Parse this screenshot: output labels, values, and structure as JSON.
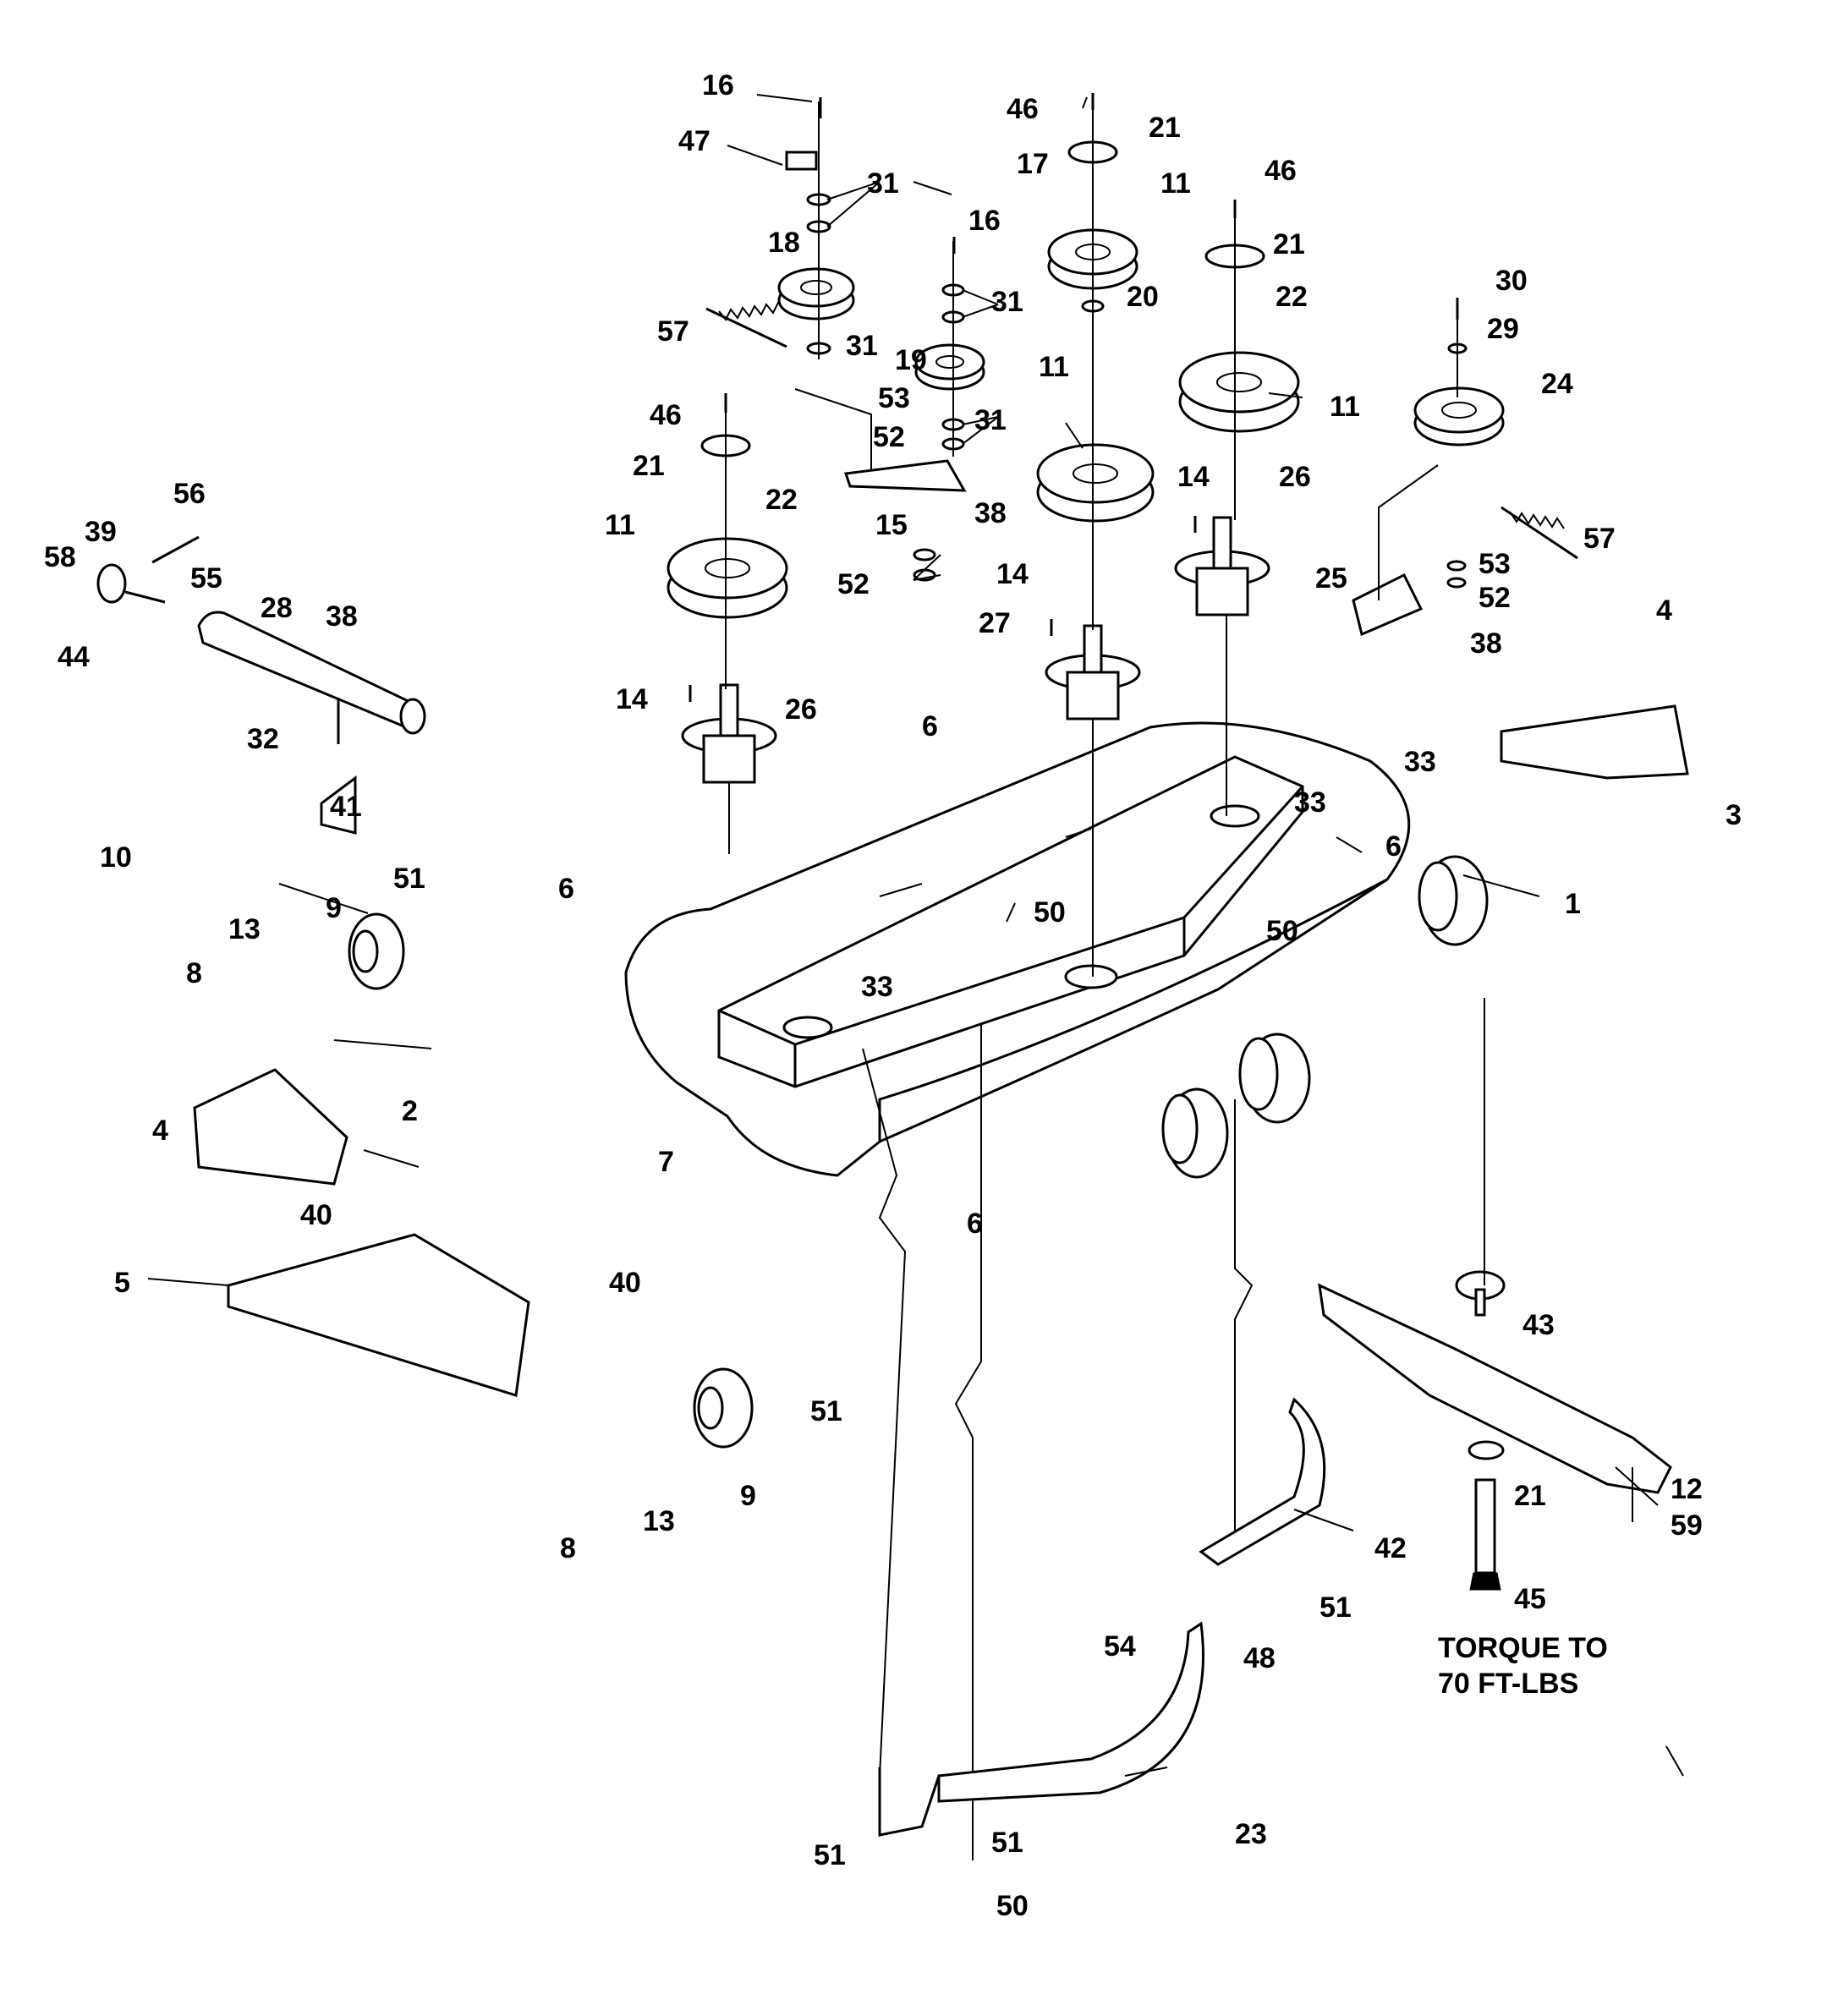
{
  "labels": {
    "l16a": "16",
    "l47": "47",
    "l31a": "31",
    "l18": "18",
    "l57a": "57",
    "l31b": "31",
    "l16b": "16",
    "l31c": "31",
    "l19": "19",
    "l53a": "53",
    "l52a": "52",
    "l31d": "31",
    "l46a": "46",
    "l21a": "21",
    "l17": "17",
    "l11a": "11",
    "l20": "20",
    "l46b": "46",
    "l21b": "21",
    "l22a": "22",
    "l11b": "11",
    "l11c": "11",
    "l30": "30",
    "l29": "29",
    "l24": "24",
    "l46c": "46",
    "l21c": "21",
    "l22b": "22",
    "l11d": "11",
    "l15": "15",
    "l38a": "38",
    "l52b": "52",
    "l14a": "14",
    "l26a": "26",
    "l57b": "57",
    "l53b": "53",
    "l52c": "52",
    "l25": "25",
    "l38b": "38",
    "l14b": "14",
    "l27": "27",
    "l14c": "14",
    "l26b": "26",
    "l6a": "6",
    "l4a": "4",
    "l33a": "33",
    "l3": "3",
    "l33b": "33",
    "l6b": "6",
    "l1": "1",
    "l56": "56",
    "l39": "39",
    "l58": "58",
    "l55": "55",
    "l44": "44",
    "l28": "28",
    "l38c": "38",
    "l32": "32",
    "l41": "41",
    "l10": "10",
    "l51a": "51",
    "l6c": "6",
    "l9a": "9",
    "l13a": "13",
    "l8a": "8",
    "l50a": "50",
    "l50b": "50",
    "l33c": "33",
    "l2": "2",
    "l7": "7",
    "l4b": "4",
    "l40a": "40",
    "l6d": "6",
    "l5": "5",
    "l40b": "40",
    "l43": "43",
    "l51b": "51",
    "l9b": "9",
    "l13b": "13",
    "l8b": "8",
    "l21d": "21",
    "l12": "12",
    "l59": "59",
    "l42": "42",
    "l45": "45",
    "l51c": "51",
    "l48": "48",
    "l54": "54",
    "l23": "23",
    "l51d": "51",
    "l51e": "51",
    "l50c": "50"
  },
  "note": {
    "line1": "TORQUE TO",
    "line2": "70 FT-LBS"
  }
}
